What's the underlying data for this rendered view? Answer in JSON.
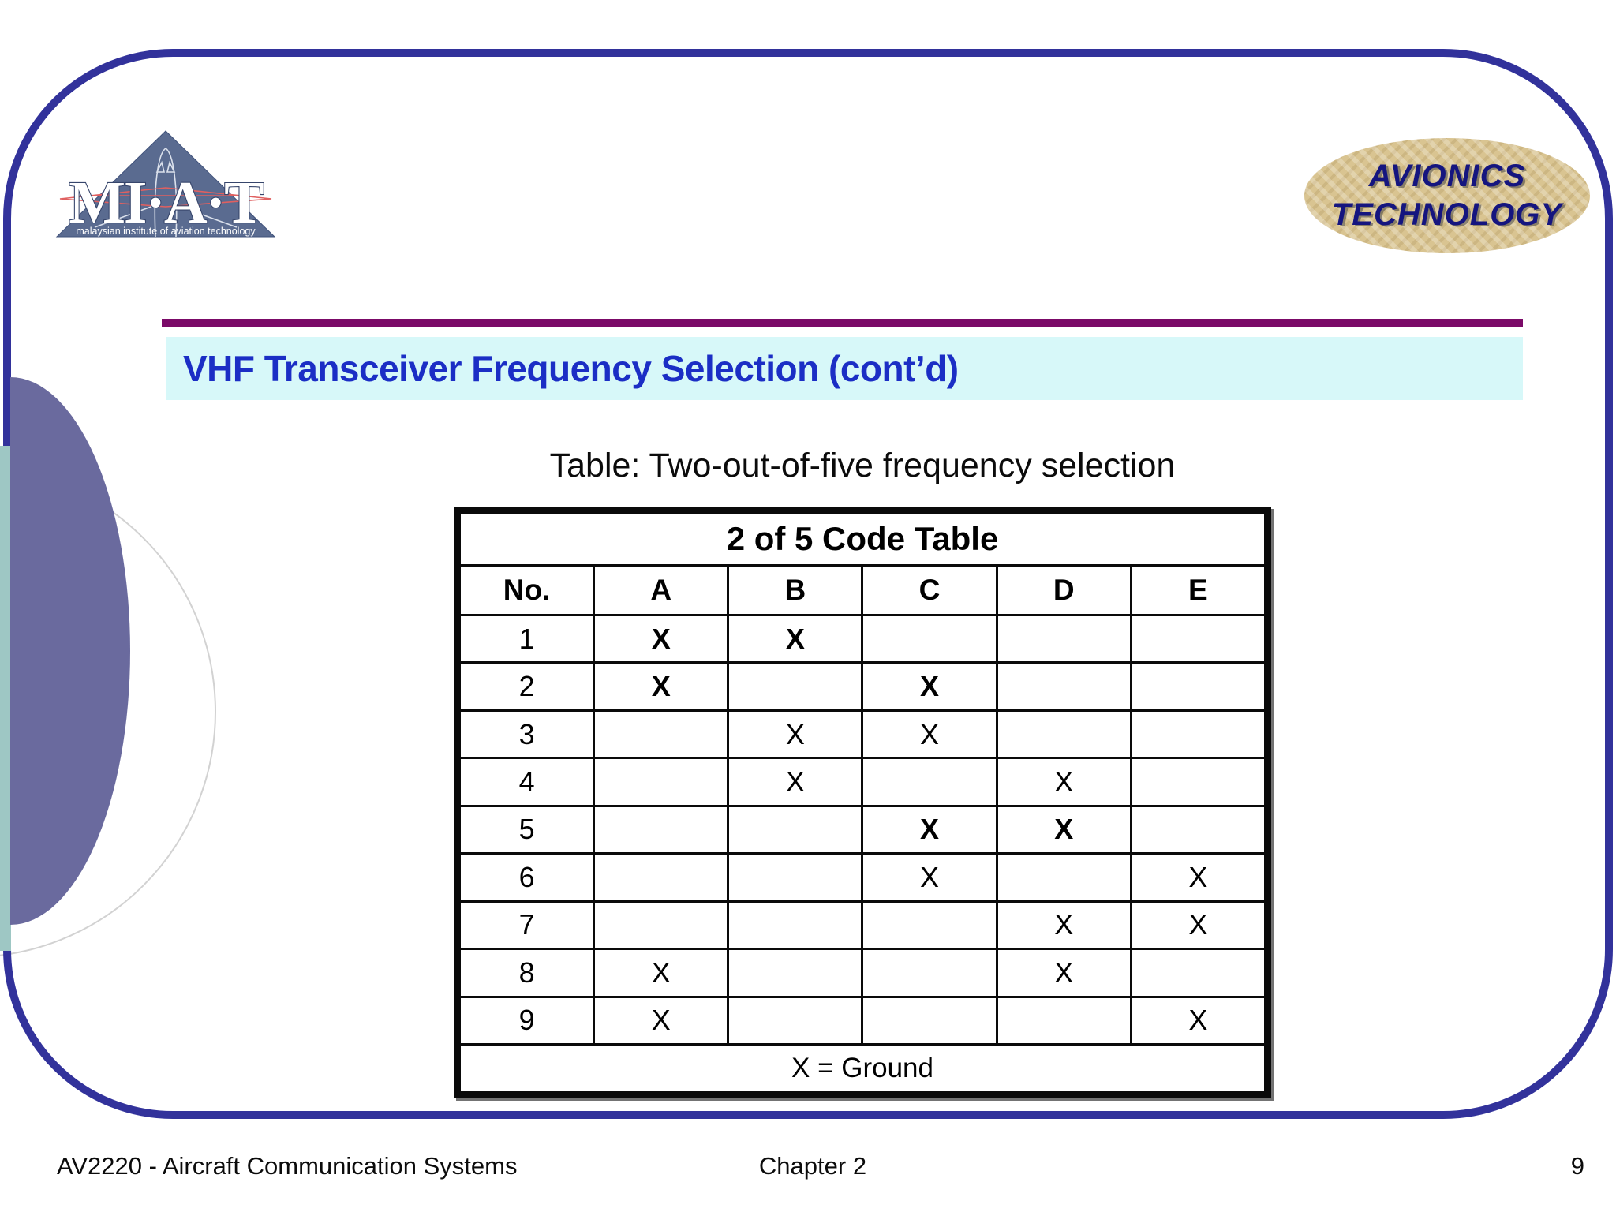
{
  "slide": {
    "logo": {
      "acronym": "MI·A·T",
      "caption": "malaysian institute of aviation technology"
    },
    "badge": {
      "line1": "AVIONICS",
      "line2": "TECHNOLOGY"
    },
    "header": {
      "title": "VHF Transceiver Frequency Selection (cont’d)"
    },
    "table_caption": "Table: Two-out-of-five frequency selection",
    "code_table": {
      "title": "2 of 5 Code Table",
      "columns": [
        "No.",
        "A",
        "B",
        "C",
        "D",
        "E"
      ],
      "rows": [
        {
          "no": "1",
          "cells": [
            "X",
            "X",
            "",
            "",
            ""
          ],
          "bold": true
        },
        {
          "no": "2",
          "cells": [
            "X",
            "",
            "X",
            "",
            ""
          ],
          "bold": true
        },
        {
          "no": "3",
          "cells": [
            "",
            "X",
            "X",
            "",
            ""
          ],
          "bold": false
        },
        {
          "no": "4",
          "cells": [
            "",
            "X",
            "",
            "X",
            ""
          ],
          "bold": false
        },
        {
          "no": "5",
          "cells": [
            "",
            "",
            "X",
            "X",
            ""
          ],
          "bold": true
        },
        {
          "no": "6",
          "cells": [
            "",
            "",
            "X",
            "",
            "X"
          ],
          "bold": false
        },
        {
          "no": "7",
          "cells": [
            "",
            "",
            "",
            "X",
            "X"
          ],
          "bold": false
        },
        {
          "no": "8",
          "cells": [
            "X",
            "",
            "",
            "X",
            ""
          ],
          "bold": false
        },
        {
          "no": "9",
          "cells": [
            "X",
            "",
            "",
            "",
            "X"
          ],
          "bold": false
        }
      ],
      "footnote": "X = Ground"
    },
    "footer": {
      "course": "AV2220 - Aircraft Communication Systems",
      "chapter": "Chapter 2",
      "page": "9"
    },
    "colors": {
      "slide_border": "#32329b",
      "title_rule": "#7b0a68",
      "title_band": "#d7f8f9",
      "title_text": "#1b2ec5",
      "purple_disc": "#6a6a9e",
      "teal_bar": "#9ec7c4",
      "badge_background": "#d9c491",
      "badge_text": "#15157f",
      "logo_triangle": "#5a6b90"
    }
  }
}
